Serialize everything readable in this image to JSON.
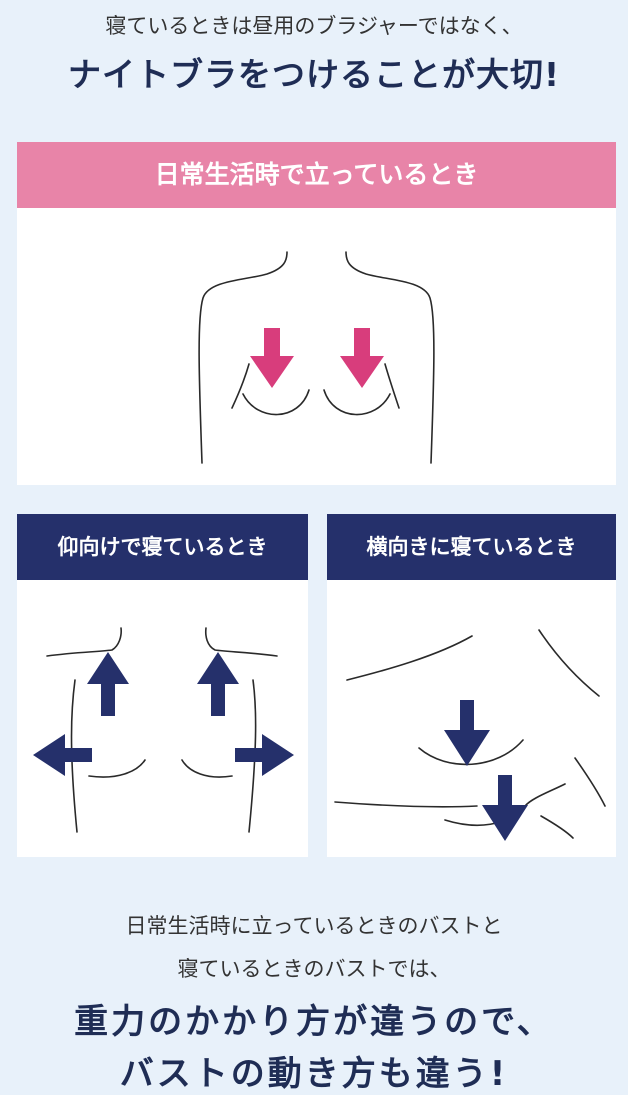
{
  "header": {
    "intro": "寝ているときは昼用のブラジャーではなく、",
    "headline": "ナイトブラをつけることが大切!"
  },
  "panels": [
    {
      "label": "日常生活時で立っているとき",
      "color": "#e884a8",
      "arrow_color": "#d83d7c"
    },
    {
      "label": "仰向けで寝ているとき",
      "color": "#25306b",
      "arrow_color": "#25306b"
    },
    {
      "label": "横向きに寝ているとき",
      "color": "#25306b",
      "arrow_color": "#25306b"
    }
  ],
  "footer": {
    "line1": "日常生活時に立っているときのバストと",
    "line2": "寝ているときのバストでは、",
    "emphasis1": "重力のかかり方が違うので、",
    "emphasis2": "バストの動き方も違う!"
  }
}
